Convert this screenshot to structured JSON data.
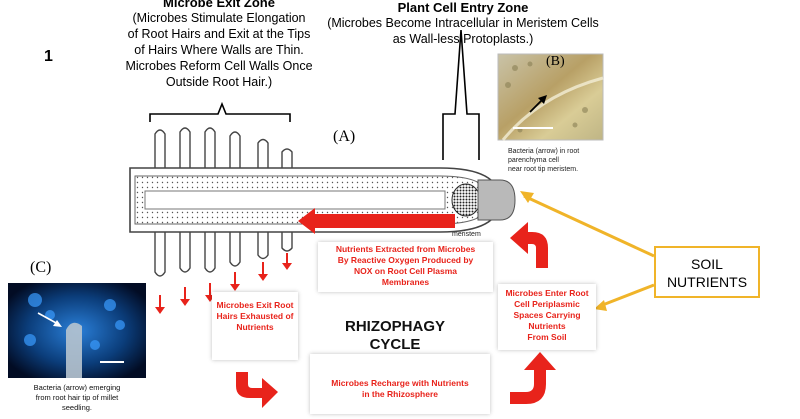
{
  "figure_number": "1",
  "exit_zone": {
    "title": "Microbe Exit Zone",
    "lines": [
      "(Microbes Stimulate Elongation",
      "of Root Hairs and Exit at the Tips",
      "of Hairs Where Walls are Thin.",
      "Microbes Reform Cell Walls Once",
      "Outside Root Hair.)"
    ]
  },
  "entry_zone": {
    "title": "Plant Cell Entry Zone",
    "lines": [
      "(Microbes Become Intracellular in Meristem Cells",
      "as Wall-less Protoplasts.)"
    ]
  },
  "panel_a_label": "(A)",
  "panel_b": {
    "label": "(B)",
    "caption": [
      "Bacteria (arrow) in root",
      "parenchyma cell",
      "near root tip meristem."
    ]
  },
  "panel_c": {
    "label": "(C)",
    "caption": [
      "Bacteria (arrow) emerging",
      "from root hair tip of millet",
      "seedling."
    ]
  },
  "meristem_label": "meristem",
  "boxes": {
    "nutrients_extracted": [
      "Nutrients Extracted from Microbes",
      "By Reactive Oxygen Produced by",
      "NOX on Root Cell Plasma",
      "Membranes"
    ],
    "microbes_exit": [
      "Microbes Exit Root",
      "Hairs Exhausted of",
      "Nutrients"
    ],
    "microbes_enter": [
      "Microbes Enter Root",
      "Cell Periplasmic",
      "Spaces Carrying",
      "Nutrients",
      "From Soil"
    ],
    "microbes_recharge": [
      "Microbes Recharge with Nutrients",
      "in the Rhizosphere"
    ],
    "soil_nutrients": [
      "SOIL",
      "NUTRIENTS"
    ]
  },
  "cycle_title": [
    "RHIZOPHAGY",
    "CYCLE"
  ],
  "colors": {
    "red": "#e8231b",
    "callout_orange": "#f0b429",
    "dark_gray": "#444444"
  }
}
